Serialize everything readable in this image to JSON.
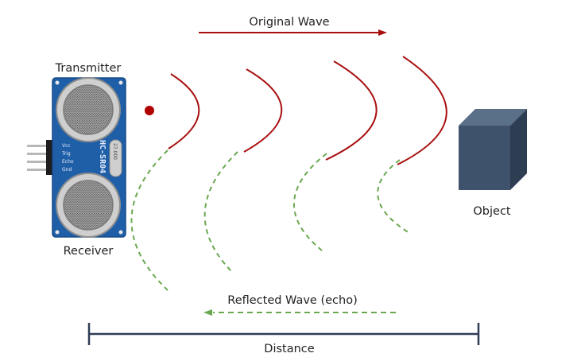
{
  "labels": {
    "original_wave": "Original Wave",
    "transmitter": "Transmitter",
    "receiver": "Receiver",
    "object": "Object",
    "reflected_wave": "Reflected Wave (echo)",
    "distance": "Distance"
  },
  "sensor": {
    "model": "HC-SR04",
    "crystal": "27.000",
    "pins": [
      "Vcc",
      "Trig",
      "Echo",
      "Gnd"
    ]
  },
  "colors": {
    "original": "#a80f0f",
    "reflected": "#6aa84f",
    "distance": "#2e3d55",
    "board": "#1f5fa8",
    "cube_front": "#3e526b",
    "cube_top": "#5a6f88",
    "cube_side": "#2d3d52"
  },
  "icons": {
    "emitter": "red-dot",
    "object": "cube-icon",
    "sensor": "ultrasonic-sensor-icon"
  }
}
